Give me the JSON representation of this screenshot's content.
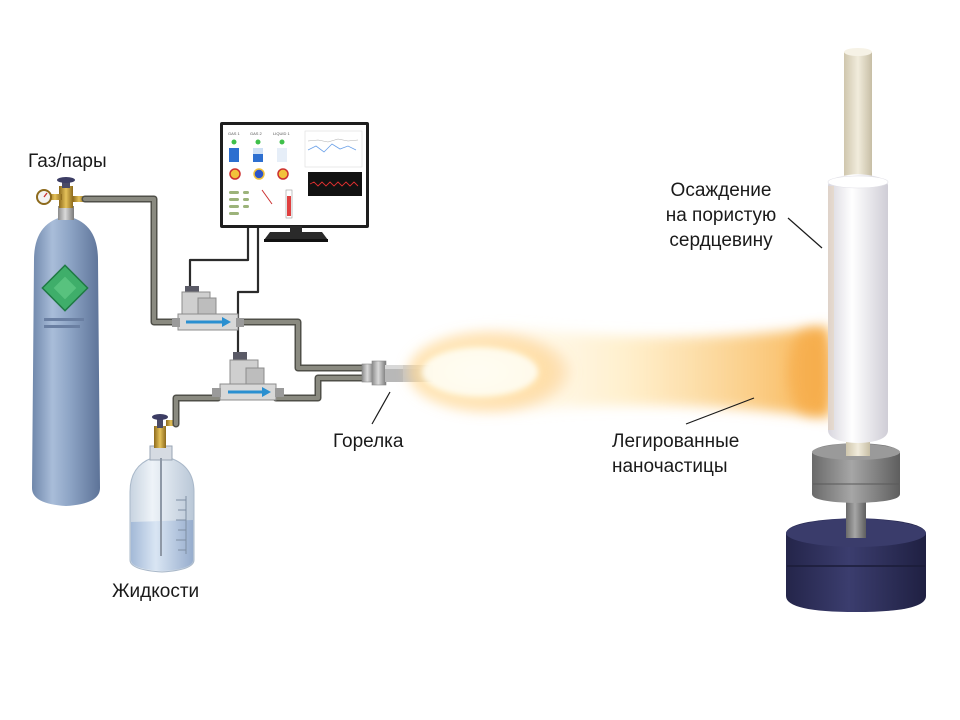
{
  "labels": {
    "gas_vapors": "Газ/пары",
    "liquids": "Жидкости",
    "burner": "Горелка",
    "deposition": [
      "Осаждение",
      "на пористую",
      "сердцевину"
    ],
    "doped_nanoparticles": [
      "Легированные",
      "наночастицы"
    ]
  },
  "monitor": {
    "panel_titles": [
      "GAS 1",
      "GAS 2",
      "LIQUID 1"
    ]
  },
  "colors": {
    "cylinder": "#8ea5c6",
    "cylinder_label": "#3fae6a",
    "pipe": "#6e6e66",
    "flame_core": "#fff6d6",
    "flame_edge": "#f5a640",
    "preform": "#f4f3f6",
    "rod": "#e9e3cf",
    "base": "#2e2f5a",
    "chuck": "#8a8a8a",
    "flow_arrow": "#2a8fd0"
  }
}
